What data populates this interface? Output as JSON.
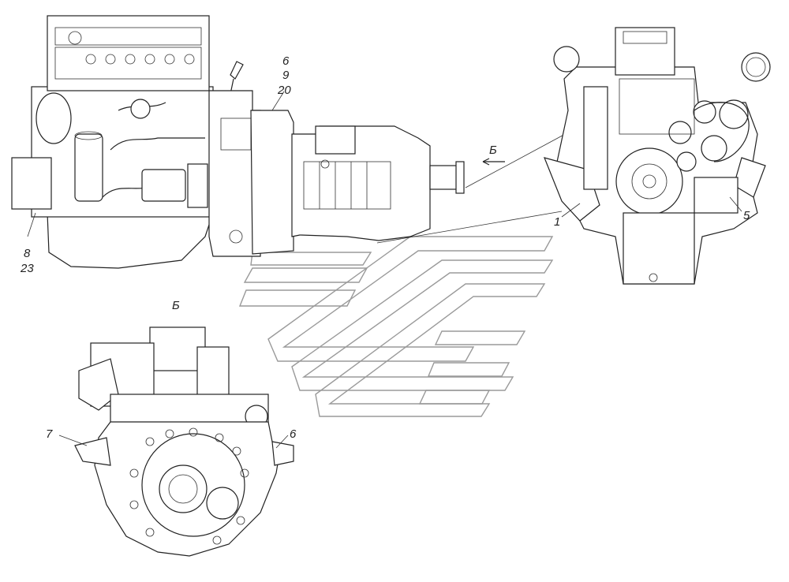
{
  "views": {
    "side": {
      "callouts": {
        "c6": "6",
        "c9": "9",
        "c20": "20",
        "c8": "8",
        "c23": "23"
      },
      "view_marker": "Б"
    },
    "front": {
      "callouts": {
        "c1": "1",
        "c5": "5"
      }
    },
    "bottom": {
      "title": "Б",
      "callouts": {
        "c7": "7",
        "c6": "6"
      }
    }
  },
  "watermark": {
    "icon": "kamaz-logo-watermark",
    "color": "#9a9a9a"
  }
}
